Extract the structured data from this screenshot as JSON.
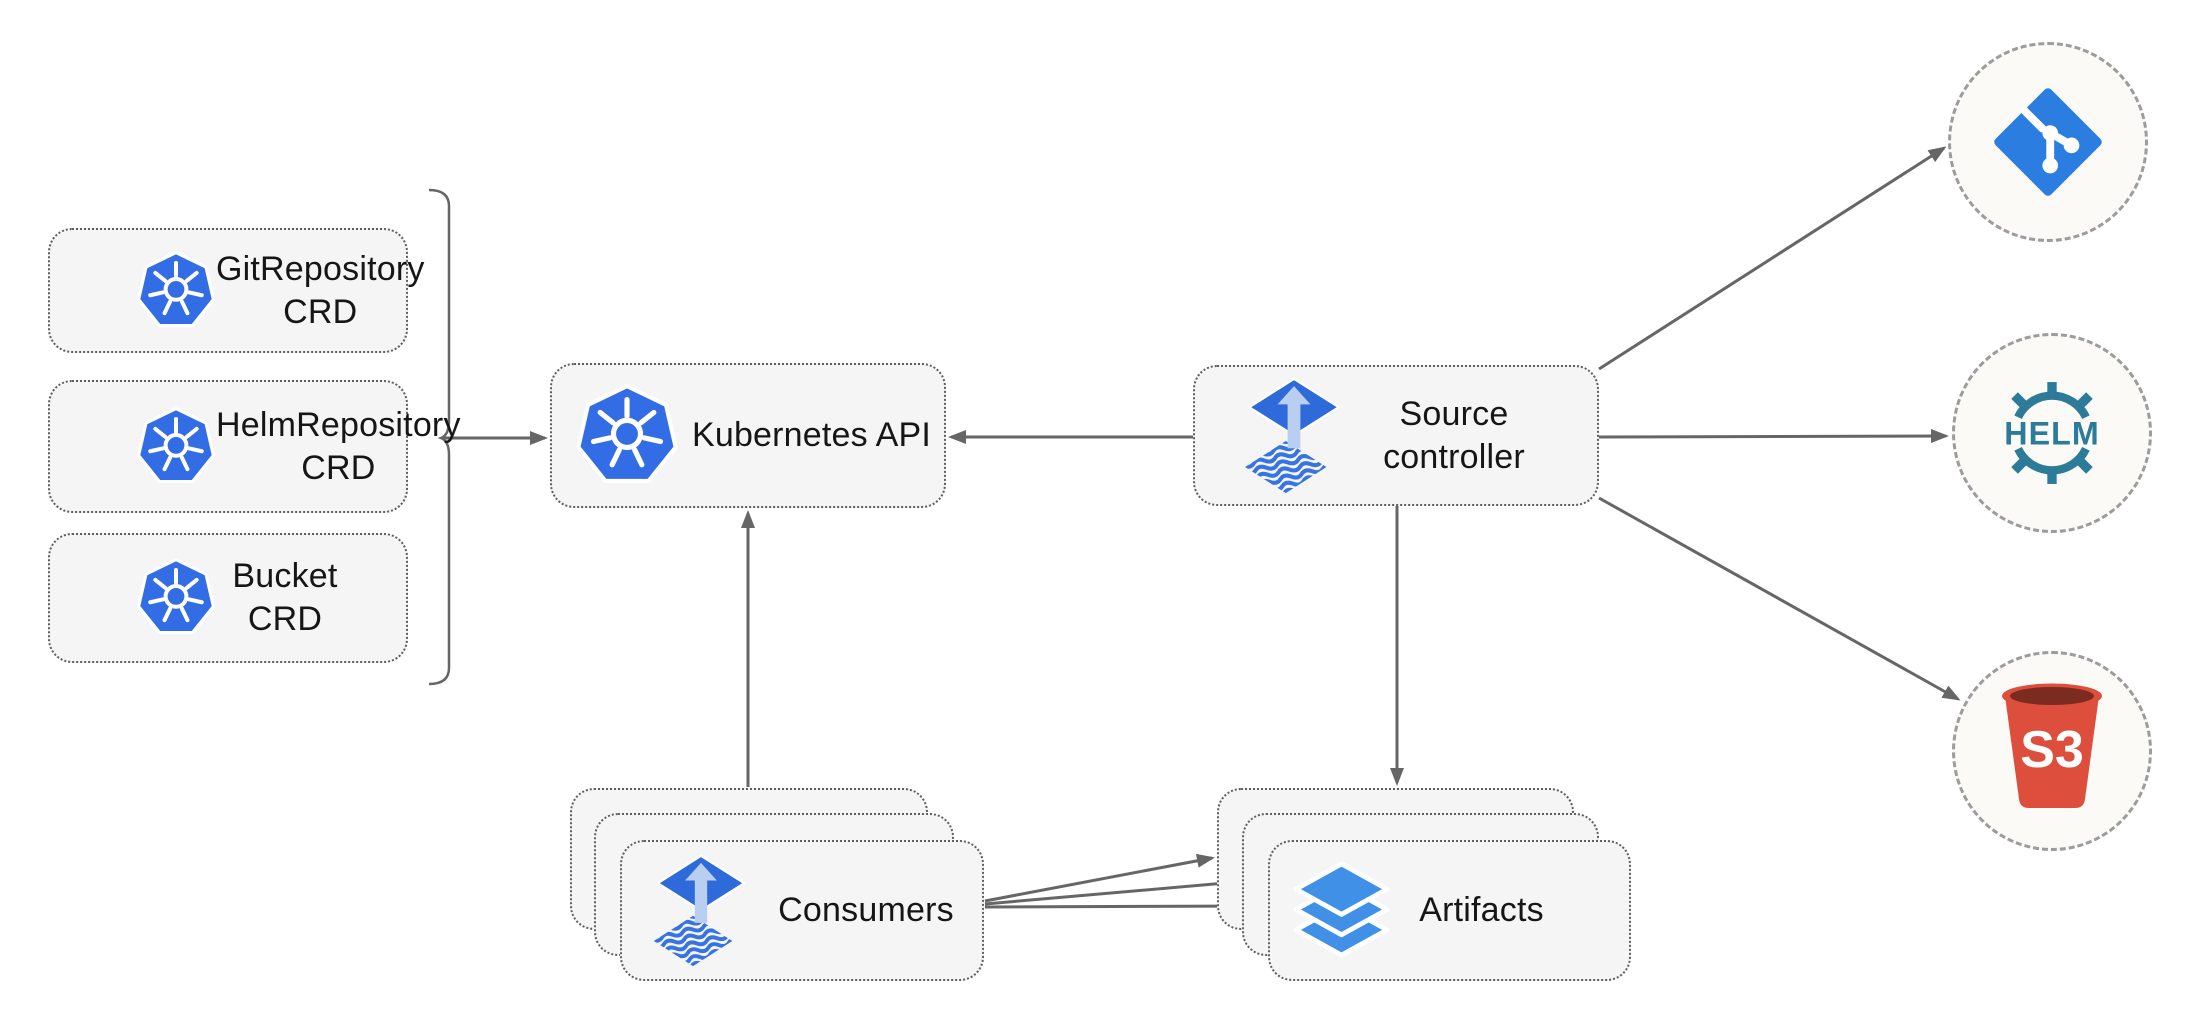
{
  "diagram": {
    "kind": "flux-source-controller-architecture"
  },
  "nodes": {
    "crds": [
      {
        "id": "gitrepository-crd",
        "label": "GitRepository\nCRD",
        "icon": "kubernetes-icon"
      },
      {
        "id": "helmrepository-crd",
        "label": "HelmRepository\nCRD",
        "icon": "kubernetes-icon"
      },
      {
        "id": "bucket-crd",
        "label": "Bucket\nCRD",
        "icon": "kubernetes-icon"
      }
    ],
    "kubernetes_api": {
      "label": "Kubernetes API",
      "icon": "kubernetes-icon"
    },
    "source_controller": {
      "label": "Source\ncontroller",
      "icon": "flux-icon"
    },
    "consumers": {
      "label": "Consumers",
      "icon": "flux-icon",
      "stacked": 3
    },
    "artifacts": {
      "label": "Artifacts",
      "icon": "layers-icon",
      "stacked": 3
    },
    "externals": [
      {
        "id": "git",
        "icon": "git-icon",
        "label": ""
      },
      {
        "id": "helm",
        "icon": "helm-icon",
        "label": "HELM"
      },
      {
        "id": "s3",
        "icon": "s3-icon",
        "label": "S3"
      }
    ]
  },
  "edges": [
    {
      "from": "crds-bracket",
      "to": "kubernetes-api"
    },
    {
      "from": "source-controller",
      "to": "kubernetes-api"
    },
    {
      "from": "consumers",
      "to": "kubernetes-api"
    },
    {
      "from": "source-controller",
      "to": "artifacts"
    },
    {
      "from": "source-controller",
      "to": "git"
    },
    {
      "from": "source-controller",
      "to": "helm"
    },
    {
      "from": "source-controller",
      "to": "s3"
    },
    {
      "from": "consumers",
      "to": "artifacts",
      "count": 3
    }
  ],
  "colors": {
    "arrow": "#666666",
    "box_fill": "#f5f5f5",
    "box_border": "#5f5f5f",
    "circle_border": "#9c9c9c",
    "kubernetes_blue": "#326de5",
    "flux_blue": "#2e6ada",
    "flux_arrow_light": "#b8cff2",
    "layers_blue": "#4090e8",
    "git_blue": "#2c7de0",
    "helm_teal": "#2b7b99",
    "s3_red": "#dd4f3c",
    "s3_dark": "#7c2b21",
    "text": "#161616"
  }
}
